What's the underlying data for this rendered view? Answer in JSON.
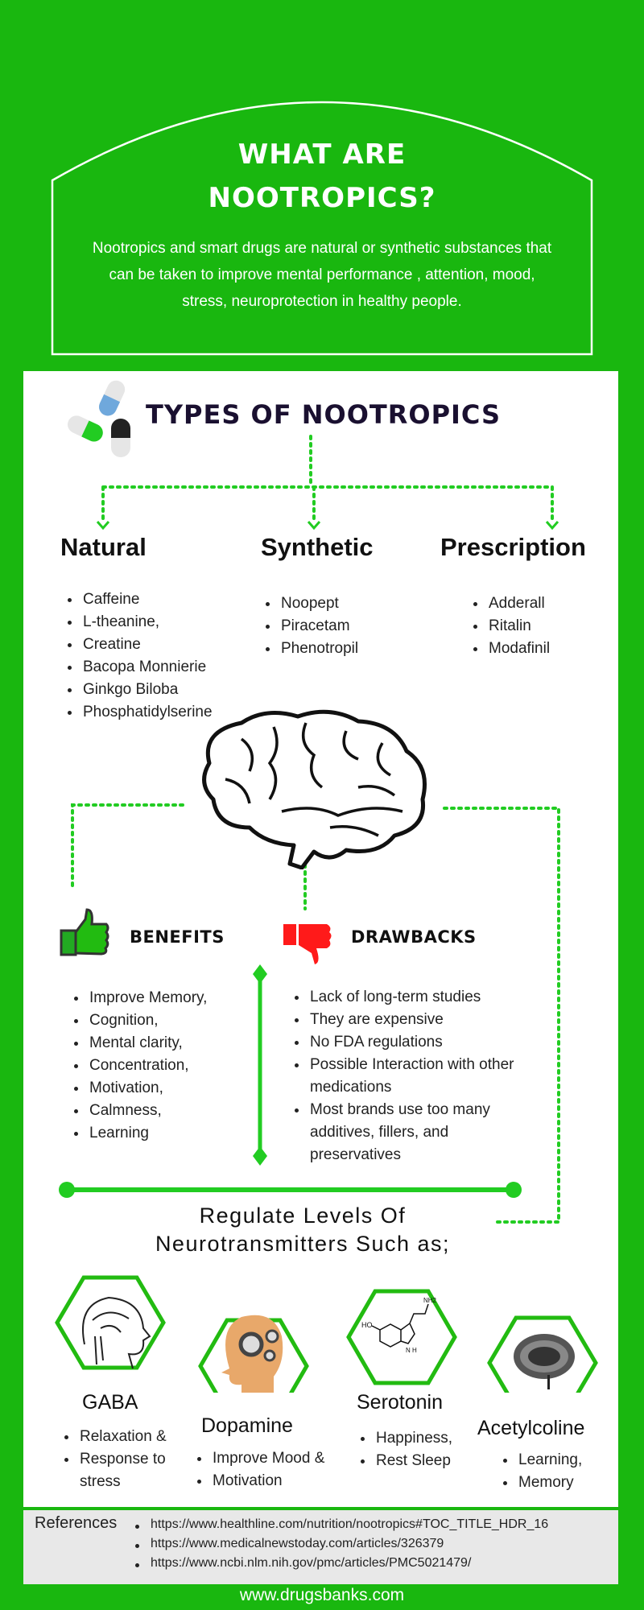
{
  "header": {
    "title_line1": "WHAT ARE",
    "title_line2": "NOOTROPICS?",
    "description": "Nootropics and smart drugs are natural or synthetic substances that can be taken to improve mental performance , attention, mood, stress, neuroprotection in healthy people."
  },
  "types": {
    "title": "TYPES OF NOOTROPICS",
    "natural": {
      "heading": "Natural",
      "items": [
        "Caffeine",
        "L-theanine,",
        "Creatine",
        "Bacopa Monnierie",
        "Ginkgo Biloba",
        "Phosphatidylserine"
      ]
    },
    "synthetic": {
      "heading": "Synthetic",
      "items": [
        "Noopept",
        "Piracetam",
        "Phenotropil"
      ]
    },
    "prescription": {
      "heading": "Prescription",
      "items": [
        "Adderall",
        "Ritalin",
        "Modafinil"
      ]
    }
  },
  "benefits": {
    "heading": "BENEFITS",
    "items": [
      "Improve Memory,",
      "Cognition,",
      "Mental clarity,",
      "Concentration,",
      "Motivation,",
      "Calmness,",
      "Learning"
    ]
  },
  "drawbacks": {
    "heading": "DRAWBACKS",
    "items": [
      "Lack of long-term studies",
      "They are expensive",
      "No FDA regulations",
      "Possible Interaction with other medications",
      "Most brands use too many additives, fillers, and preservatives"
    ]
  },
  "regulate": {
    "line1": "Regulate Levels Of",
    "line2": "Neurotransmitters Such as;"
  },
  "neurotransmitters": [
    {
      "name": "GABA",
      "items": [
        "Relaxation &",
        "Response to stress"
      ]
    },
    {
      "name": "Dopamine",
      "items": [
        "Improve Mood &",
        "Motivation"
      ]
    },
    {
      "name": "Serotonin",
      "items": [
        "Happiness,",
        "Rest Sleep"
      ]
    },
    {
      "name": "Acetylcoline",
      "items": [
        "Learning,",
        "Memory"
      ]
    }
  ],
  "serotonin_labels": {
    "ho": "HO",
    "nh2": "NH2",
    "nh": "N H"
  },
  "references": {
    "label": "References",
    "links": [
      "https://www.healthline.com/nutrition/nootropics#TOC_TITLE_HDR_16",
      "https://www.medicalnewstoday.com/articles/326379",
      "https://www.ncbi.nlm.nih.gov/pmc/articles/PMC5021479/"
    ]
  },
  "footer": {
    "site": "www.drugsbanks.com"
  },
  "colors": {
    "green": "#19b70f",
    "bright_green": "#22cc22",
    "red": "#ff1a1a",
    "dark": "#1a1030"
  }
}
